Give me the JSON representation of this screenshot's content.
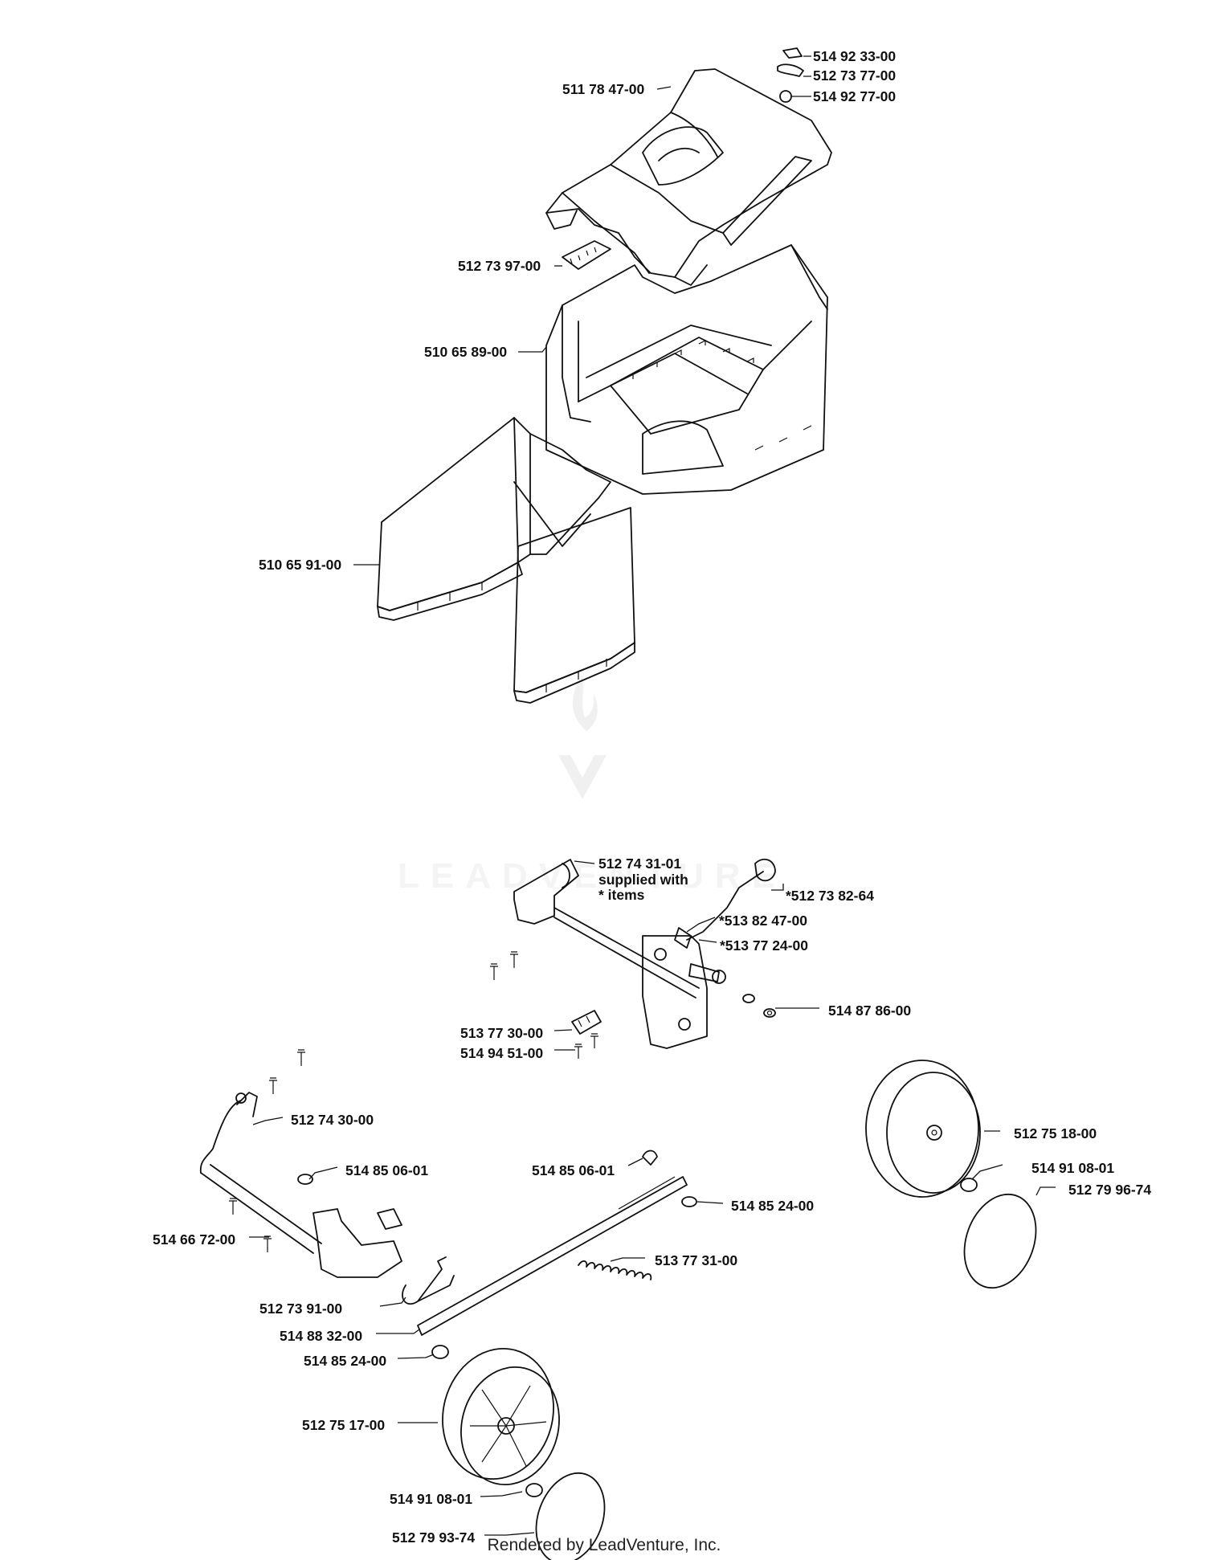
{
  "watermark": {
    "text": "LEADVENTURE"
  },
  "footer": {
    "text": "Rendered by LeadVenture, Inc."
  },
  "labels": {
    "p514923300": "514 92 33-00",
    "p512737700": "512 73 77-00",
    "p514927700": "514 92 77-00",
    "p511784700": "511 78 47-00",
    "p512739700": "512 73 97-00",
    "p510658900": "510 65 89-00",
    "p510659100": "510 65 91-00",
    "p512743101": "512 74 31-01",
    "p512743101_note1": "supplied with",
    "p512743101_note2": "* items",
    "p512738264": "*512 73 82-64",
    "p513824700": "*513 82 47-00",
    "p513772400": "*513 77 24-00",
    "p514878600": "514 87 86-00",
    "p513773000": "513 77 30-00",
    "p514945100": "514 94 51-00",
    "p512743000": "512 74 30-00",
    "p514850601a": "514 85 06-01",
    "p514850601b": "514 85 06-01",
    "p514667200": "514 66 72-00",
    "p514852400a": "514 85 24-00",
    "p513773100": "513 77 31-00",
    "p512739100": "512 73 91-00",
    "p514883200": "514 88 32-00",
    "p514852400b": "514 85 24-00",
    "p512751700": "512 75 17-00",
    "p514910801a": "514 91 08-01",
    "p512799374": "512 79 93-74",
    "p512751800": "512 75 18-00",
    "p514910801b": "514 91 08-01",
    "p512799674": "512 79 96-74"
  }
}
